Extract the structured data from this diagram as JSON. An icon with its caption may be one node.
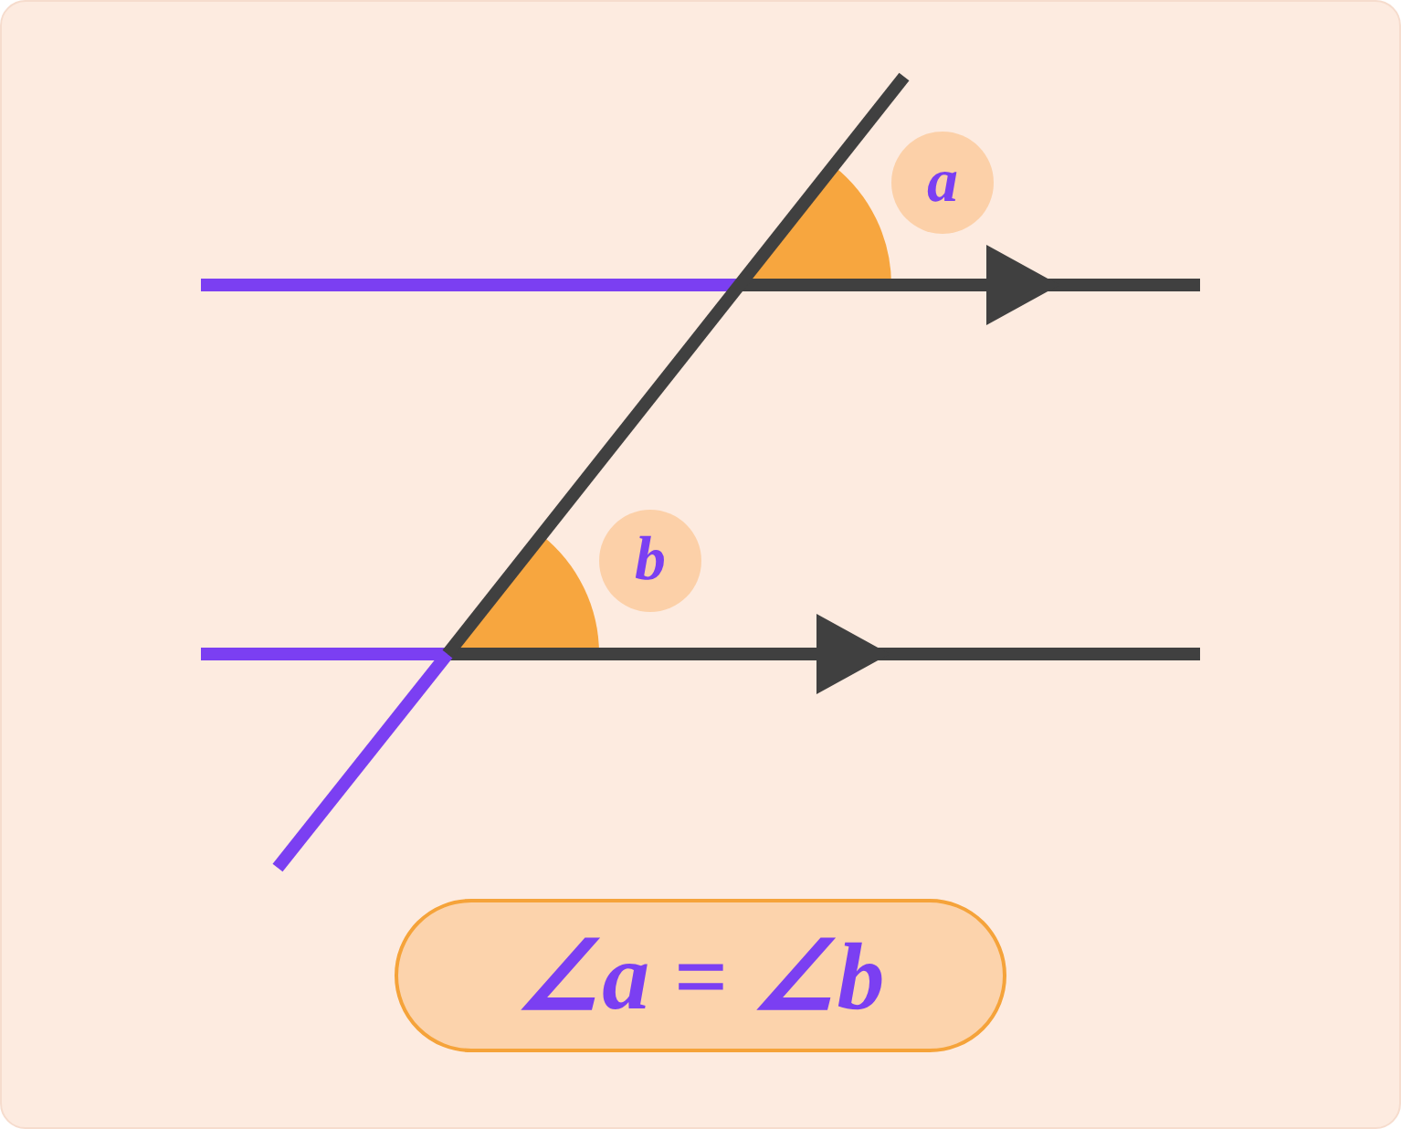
{
  "diagram": {
    "nodes": [
      {
        "text": [
          "a"
        ]
      },
      {
        "text": [
          "b"
        ]
      },
      {
        "text": [
          "∠a = ∠b"
        ]
      }
    ]
  }
}
